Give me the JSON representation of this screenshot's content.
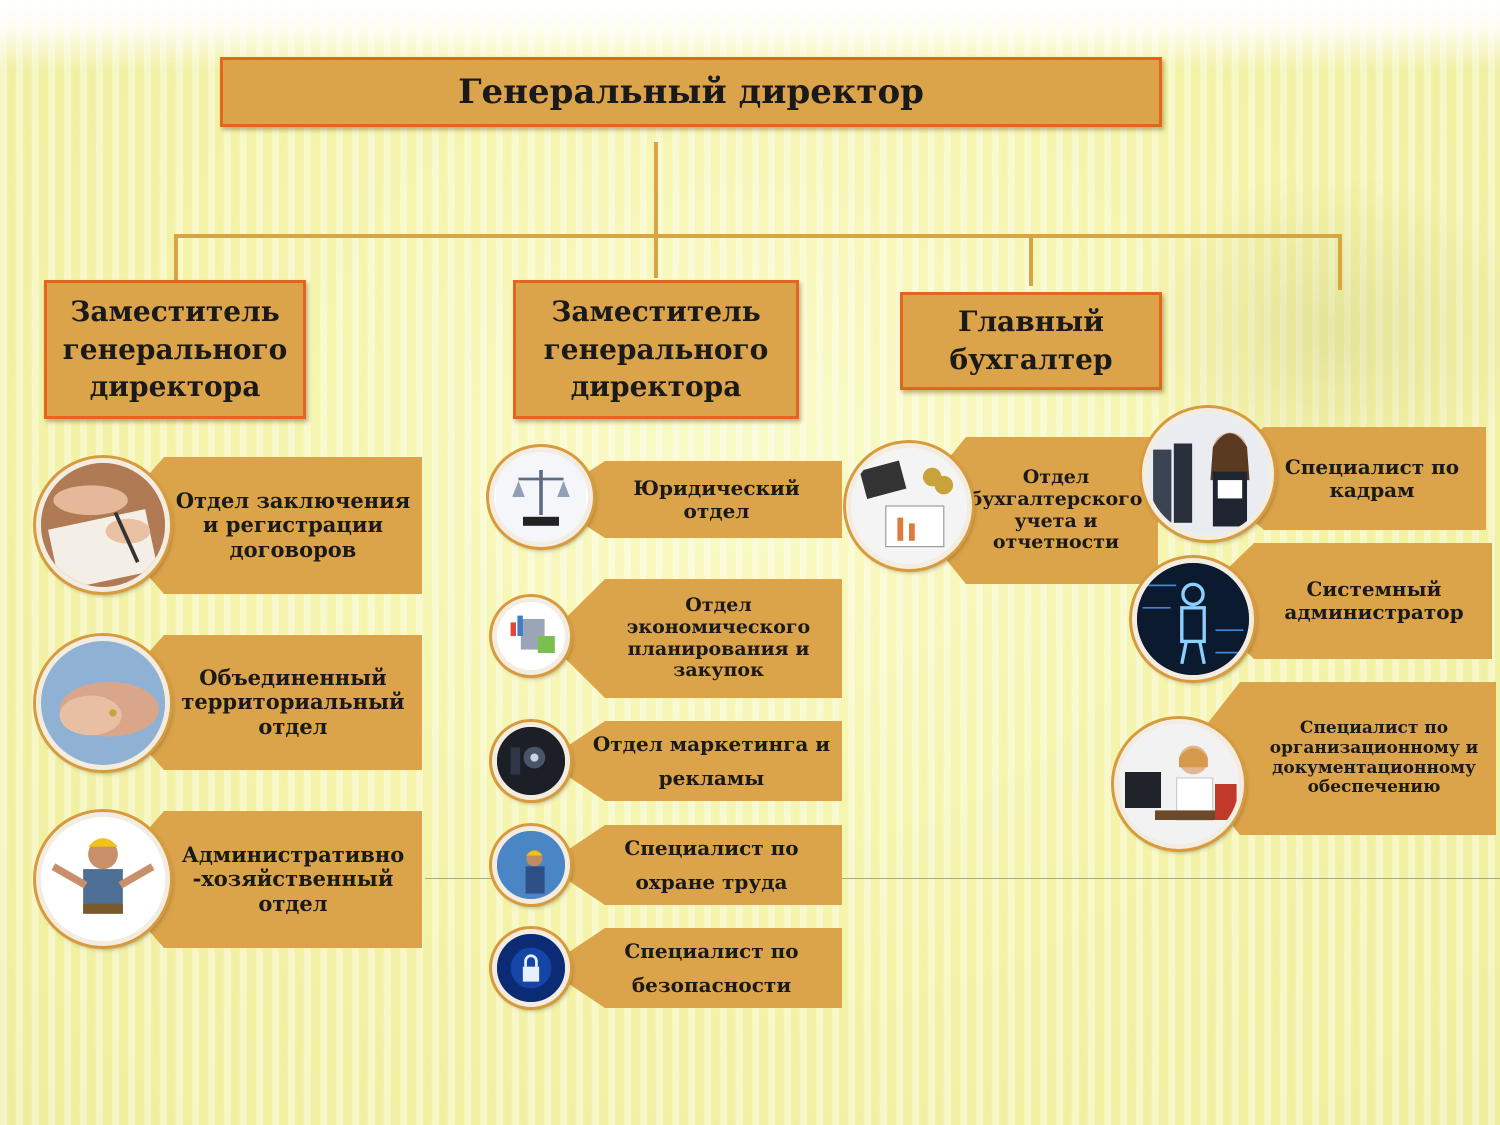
{
  "ceo": "Генеральный директор",
  "branches": {
    "deputy1": "Заместитель генерального директора",
    "deputy2": "Заместитель генерального директора",
    "chief_accountant": "Главный бухгалтер"
  },
  "deputy1_units": [
    "Отдел заключения и регистрации договоров",
    "Объединенный территориальный отдел",
    "Административно -хозяйственный отдел"
  ],
  "deputy2_units": [
    "Юридический отдел",
    "Отдел экономического планирования и закупок",
    "Отдел маркетинга и рекламы",
    "Специалист по охране труда",
    "Специалист по безопасности"
  ],
  "accountant_units": [
    "Отдел бухгалтерского учета и отчетности"
  ],
  "ceo_direct_units": [
    "Специалист по кадрам",
    "Системный администратор",
    "Специалист по организационному и документационному обеспечению"
  ],
  "colors": {
    "box_fill": "#dca44a",
    "box_border": "#e2671d",
    "connector": "#d9a443"
  },
  "icons": [
    "contract-signing-photo-icon",
    "handshake-photo-icon",
    "handyman-photo-icon",
    "scales-of-justice-icon",
    "calculator-chart-icon",
    "marketing-tech-icon",
    "safety-worker-icon",
    "security-lock-icon",
    "accounting-papers-icon",
    "hr-specialist-photo-icon",
    "sysadmin-circuit-icon",
    "office-secretary-photo-icon"
  ]
}
